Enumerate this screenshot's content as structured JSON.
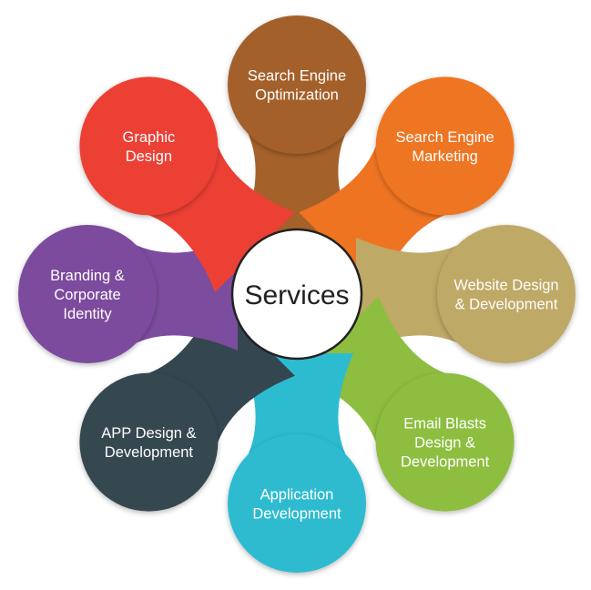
{
  "center": {
    "label": "Services"
  },
  "petals": [
    {
      "key": "seo",
      "lines": [
        "Search Engine",
        "Optimization"
      ],
      "color": "#A4612A"
    },
    {
      "key": "sem",
      "lines": [
        "Search Engine",
        "Marketing"
      ],
      "color": "#EE7422"
    },
    {
      "key": "web",
      "lines": [
        "Website Design",
        "& Development"
      ],
      "color": "#BFA966"
    },
    {
      "key": "email",
      "lines": [
        "Email Blasts",
        "Design &",
        "Development"
      ],
      "color": "#8DBE3F"
    },
    {
      "key": "appdev",
      "lines": [
        "Application",
        "Development"
      ],
      "color": "#2DBBD0"
    },
    {
      "key": "app",
      "lines": [
        "APP Design &",
        "Development"
      ],
      "color": "#344650"
    },
    {
      "key": "brand",
      "lines": [
        "Branding &",
        "Corporate",
        "Identity"
      ],
      "color": "#7C4C9E"
    },
    {
      "key": "graphic",
      "lines": [
        "Graphic",
        "Design"
      ],
      "color": "#EC4034"
    }
  ]
}
